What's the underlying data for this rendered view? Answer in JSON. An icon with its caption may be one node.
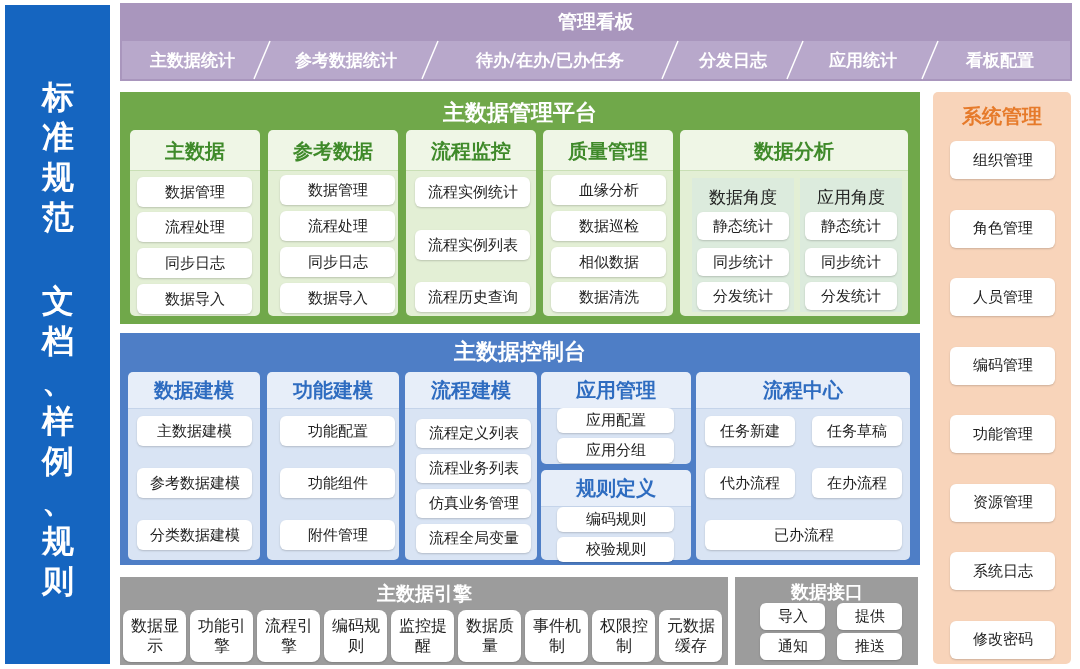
{
  "diagram": {
    "nodes": [
      {
        "text": [
          "标准规范",
          "文档、样例、规则"
        ]
      },
      {
        "text": [
          "管理看板"
        ]
      },
      {
        "text": [
          "主数据统计"
        ],
        "in": 1
      },
      {
        "text": [
          "参考数据统计"
        ],
        "in": 1
      },
      {
        "text": [
          "待办/在办/已办任务"
        ],
        "in": 1
      },
      {
        "text": [
          "分发日志"
        ],
        "in": 1
      },
      {
        "text": [
          "应用统计"
        ],
        "in": 1
      },
      {
        "text": [
          "看板配置"
        ],
        "in": 1
      },
      {
        "text": [
          "主数据管理平台"
        ]
      },
      {
        "text": [
          "主数据"
        ],
        "in": 8
      },
      {
        "text": [
          "数据管理"
        ],
        "in": 9
      },
      {
        "text": [
          "流程处理"
        ],
        "in": 9
      },
      {
        "text": [
          "同步日志"
        ],
        "in": 9
      },
      {
        "text": [
          "数据导入"
        ],
        "in": 9
      },
      {
        "text": [
          "参考数据"
        ],
        "in": 8
      },
      {
        "text": [
          "数据管理"
        ],
        "in": 14
      },
      {
        "text": [
          "流程处理"
        ],
        "in": 14
      },
      {
        "text": [
          "同步日志"
        ],
        "in": 14
      },
      {
        "text": [
          "数据导入"
        ],
        "in": 14
      },
      {
        "text": [
          "流程监控"
        ],
        "in": 8
      },
      {
        "text": [
          "流程实例统计"
        ],
        "in": 19
      },
      {
        "text": [
          "流程实例列表"
        ],
        "in": 19
      },
      {
        "text": [
          "流程历史查询"
        ],
        "in": 19
      },
      {
        "text": [
          "质量管理"
        ],
        "in": 8
      },
      {
        "text": [
          "血缘分析"
        ],
        "in": 23
      },
      {
        "text": [
          "数据巡检"
        ],
        "in": 23
      },
      {
        "text": [
          "相似数据"
        ],
        "in": 23
      },
      {
        "text": [
          "数据清洗"
        ],
        "in": 23
      },
      {
        "text": [
          "数据分析"
        ],
        "in": 8
      },
      {
        "text": [
          "数据角度"
        ],
        "in": 28
      },
      {
        "text": [
          "静态统计"
        ],
        "in": 29
      },
      {
        "text": [
          "同步统计"
        ],
        "in": 29
      },
      {
        "text": [
          "分发统计"
        ],
        "in": 29
      },
      {
        "text": [
          "应用角度"
        ],
        "in": 28
      },
      {
        "text": [
          "静态统计"
        ],
        "in": 33
      },
      {
        "text": [
          "同步统计"
        ],
        "in": 33
      },
      {
        "text": [
          "分发统计"
        ],
        "in": 33
      },
      {
        "text": [
          "主数据控制台"
        ]
      },
      {
        "text": [
          "数据建模"
        ],
        "in": 37
      },
      {
        "text": [
          "主数据建模"
        ],
        "in": 38
      },
      {
        "text": [
          "参考数据建模"
        ],
        "in": 38
      },
      {
        "text": [
          "分类数据建模"
        ],
        "in": 38
      },
      {
        "text": [
          "功能建模"
        ],
        "in": 37
      },
      {
        "text": [
          "功能配置"
        ],
        "in": 42
      },
      {
        "text": [
          "功能组件"
        ],
        "in": 42
      },
      {
        "text": [
          "附件管理"
        ],
        "in": 42
      },
      {
        "text": [
          "流程建模"
        ],
        "in": 37
      },
      {
        "text": [
          "流程定义列表"
        ],
        "in": 46
      },
      {
        "text": [
          "流程业务列表"
        ],
        "in": 46
      },
      {
        "text": [
          "仿真业务管理"
        ],
        "in": 46
      },
      {
        "text": [
          "流程全局变量"
        ],
        "in": 46
      },
      {
        "text": [
          "应用管理"
        ],
        "in": 37
      },
      {
        "text": [
          "应用配置"
        ],
        "in": 51
      },
      {
        "text": [
          "应用分组"
        ],
        "in": 51
      },
      {
        "text": [
          "规则定义"
        ],
        "in": 37
      },
      {
        "text": [
          "编码规则"
        ],
        "in": 54
      },
      {
        "text": [
          "校验规则"
        ],
        "in": 54
      },
      {
        "text": [
          "流程中心"
        ],
        "in": 37
      },
      {
        "text": [
          "任务新建"
        ],
        "in": 57
      },
      {
        "text": [
          "任务草稿"
        ],
        "in": 57
      },
      {
        "text": [
          "代办流程"
        ],
        "in": 57
      },
      {
        "text": [
          "在办流程"
        ],
        "in": 57
      },
      {
        "text": [
          "已办流程"
        ],
        "in": 57
      },
      {
        "text": [
          "系统管理"
        ]
      },
      {
        "text": [
          "组织管理"
        ],
        "in": 63
      },
      {
        "text": [
          "角色管理"
        ],
        "in": 63
      },
      {
        "text": [
          "人员管理"
        ],
        "in": 63
      },
      {
        "text": [
          "编码管理"
        ],
        "in": 63
      },
      {
        "text": [
          "功能管理"
        ],
        "in": 63
      },
      {
        "text": [
          "资源管理"
        ],
        "in": 63
      },
      {
        "text": [
          "系统日志"
        ],
        "in": 63
      },
      {
        "text": [
          "修改密码"
        ],
        "in": 63
      },
      {
        "text": [
          "主数据引擎"
        ]
      },
      {
        "text": [
          "数据显示"
        ],
        "in": 72
      },
      {
        "text": [
          "功能引擎"
        ],
        "in": 72
      },
      {
        "text": [
          "流程引擎"
        ],
        "in": 72
      },
      {
        "text": [
          "编码规则"
        ],
        "in": 72
      },
      {
        "text": [
          "监控提醒"
        ],
        "in": 72
      },
      {
        "text": [
          "数据质量"
        ],
        "in": 72
      },
      {
        "text": [
          "事件机制"
        ],
        "in": 72
      },
      {
        "text": [
          "权限控制"
        ],
        "in": 72
      },
      {
        "text": [
          "元数据缓存"
        ],
        "in": 72
      },
      {
        "text": [
          "数据接口"
        ]
      },
      {
        "text": [
          "导入"
        ],
        "in": 82
      },
      {
        "text": [
          "提供"
        ],
        "in": 82
      },
      {
        "text": [
          "通知"
        ],
        "in": 82
      },
      {
        "text": [
          "推送"
        ],
        "in": 82
      }
    ]
  }
}
